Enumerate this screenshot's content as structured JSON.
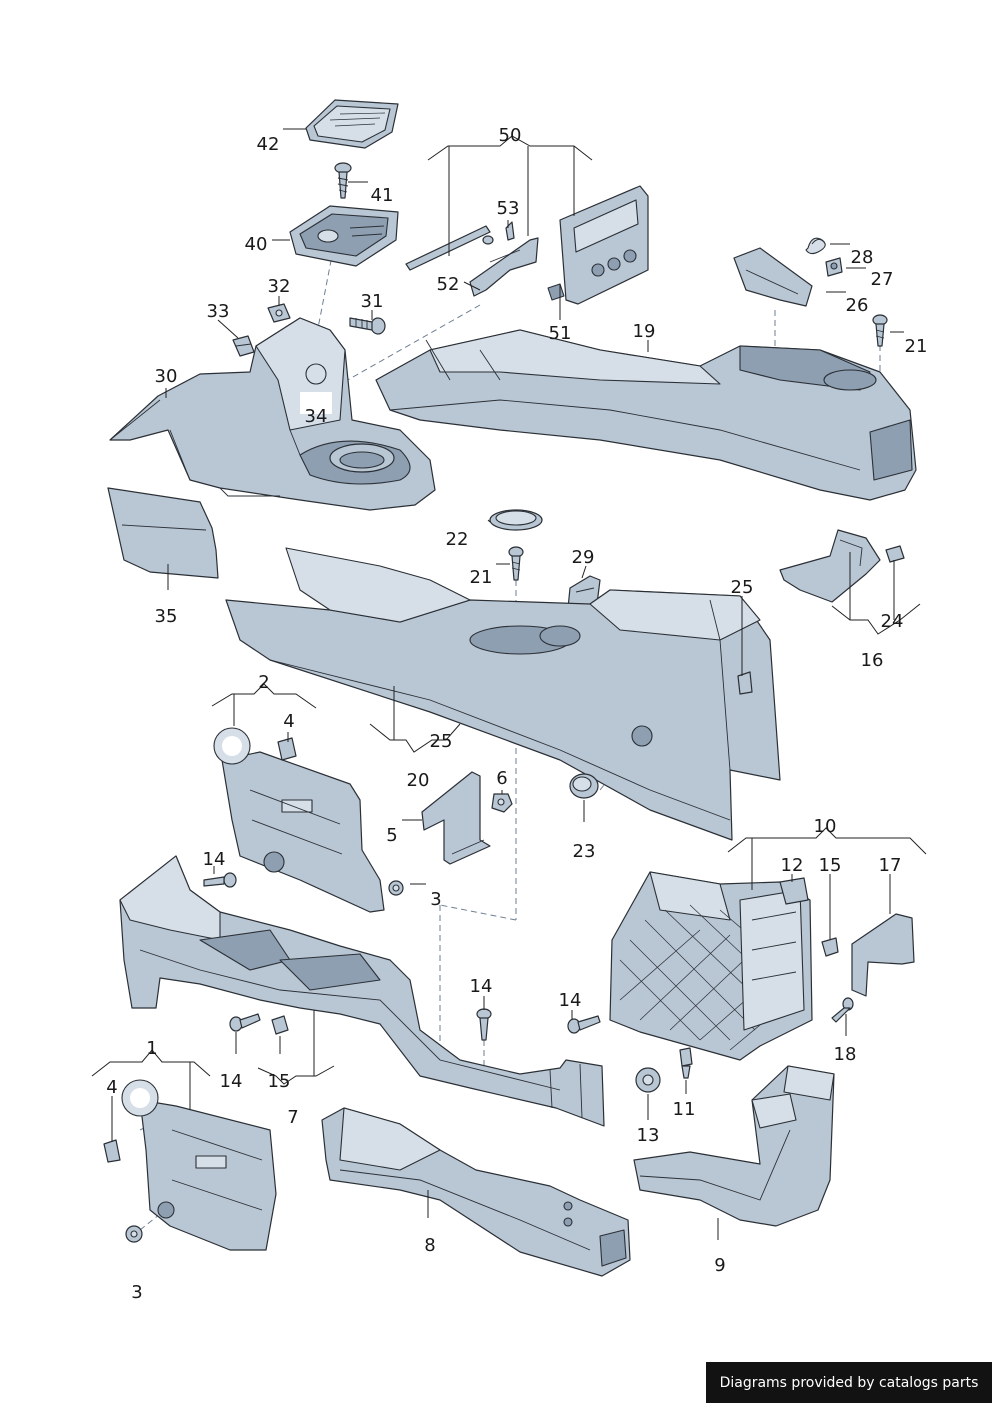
{
  "diagram": {
    "labels": {
      "l42": "42",
      "l41": "41",
      "l40": "40",
      "l32": "32",
      "l33": "33",
      "l31": "31",
      "l30": "30",
      "l34": "34",
      "l50": "50",
      "l53": "53",
      "l52": "52",
      "l51": "51",
      "l19": "19",
      "l28": "28",
      "l27": "27",
      "l26": "26",
      "l21a": "21",
      "l35": "35",
      "l22": "22",
      "l21b": "21",
      "l29": "29",
      "l25a": "25",
      "l24": "24",
      "l16": "16",
      "l2": "2",
      "l4a": "4",
      "l25b": "25",
      "l20": "20",
      "l6": "6",
      "l5": "5",
      "l23": "23",
      "l14a": "14",
      "l3a": "3",
      "l10": "10",
      "l12": "12",
      "l15a": "15",
      "l17": "17",
      "l14b": "14",
      "l14c": "14",
      "l18": "18",
      "l1": "1",
      "l4b": "4",
      "l14d": "14",
      "l15b": "15",
      "l7": "7",
      "l11": "11",
      "l13": "13",
      "l8": "8",
      "l9": "9",
      "l3b": "3"
    }
  },
  "footer": {
    "text": "Diagrams provided by catalogs parts"
  }
}
